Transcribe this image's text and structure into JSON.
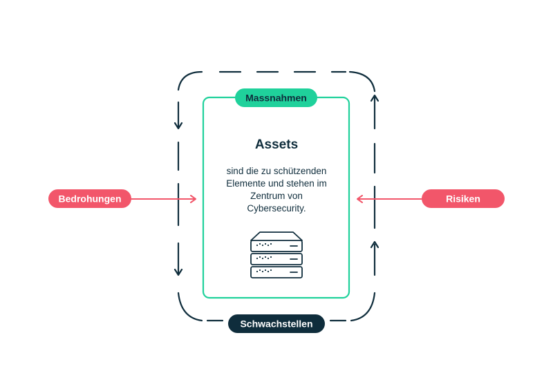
{
  "diagram": {
    "title": "Assets",
    "description_lines": [
      "sind die zu schützenden",
      "Elemente und stehen im",
      "Zentrum von",
      "Cybersecurity."
    ],
    "top_label": "Massnahmen",
    "bottom_label": "Schwachstellen",
    "left_label": "Bedrohungen",
    "right_label": "Risiken",
    "icon": "server-stack-icon"
  },
  "colors": {
    "green": "#1fd19b",
    "navy": "#0f2d3c",
    "red": "#f2566a",
    "white": "#ffffff"
  }
}
